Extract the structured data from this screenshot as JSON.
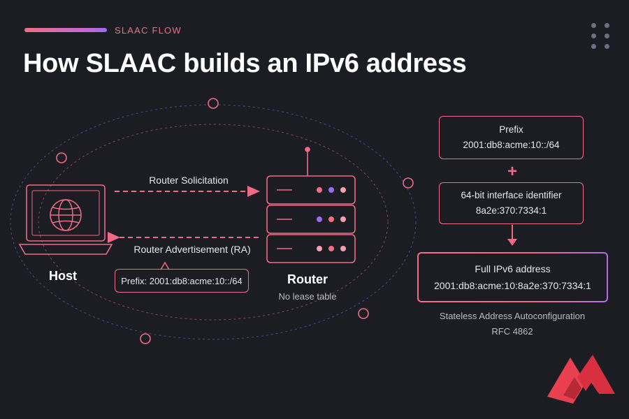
{
  "header": {
    "section_label": "SLAAC FLOW",
    "title": "How SLAAC builds an IPv6 address"
  },
  "host": {
    "label": "Host"
  },
  "router": {
    "label": "Router",
    "note": "No lease table"
  },
  "messages": {
    "solicitation": "Router Solicitation",
    "advertisement": "Router Advertisement (RA)",
    "ra_prefix": "Prefix: 2001:db8:acme:10::/64"
  },
  "address": {
    "prefix_title": "Prefix",
    "prefix_value": "2001:db8:acme:10::/64",
    "plus": "+",
    "iid_title": "64-bit interface identifier",
    "iid_value": "8a2e:370:7334:1",
    "full_title": "Full IPv6 address",
    "full_value": "2001:db8:acme:10:8a2e:370:7334:1"
  },
  "footer": {
    "line1": "Stateless Address Autoconfiguration",
    "line2": "RFC 4862"
  },
  "colors": {
    "background": "#1b1d23",
    "accent_pink": "#f06a86",
    "accent_purple": "#9b6cf0",
    "logo_red": "#e8404e"
  },
  "icons": [
    "dots-grid-icon",
    "laptop-icon",
    "globe-icon",
    "server-stack-icon",
    "arrow-down-icon",
    "brand-logo-icon"
  ]
}
